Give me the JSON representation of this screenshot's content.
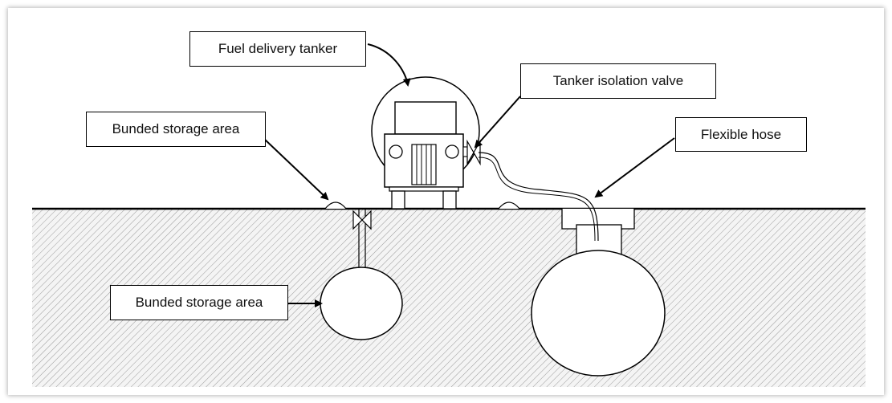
{
  "labels": {
    "fuel_tanker": "Fuel delivery tanker",
    "isolation_valve": "Tanker isolation valve",
    "bunded_top": "Bunded storage area",
    "flexible_hose": "Flexible hose",
    "bunded_bottom": "Bunded storage area"
  },
  "colors": {
    "line": "#000000",
    "ground_hatch": "#9a9a9a",
    "ground_fill": "#f4f4f4"
  }
}
